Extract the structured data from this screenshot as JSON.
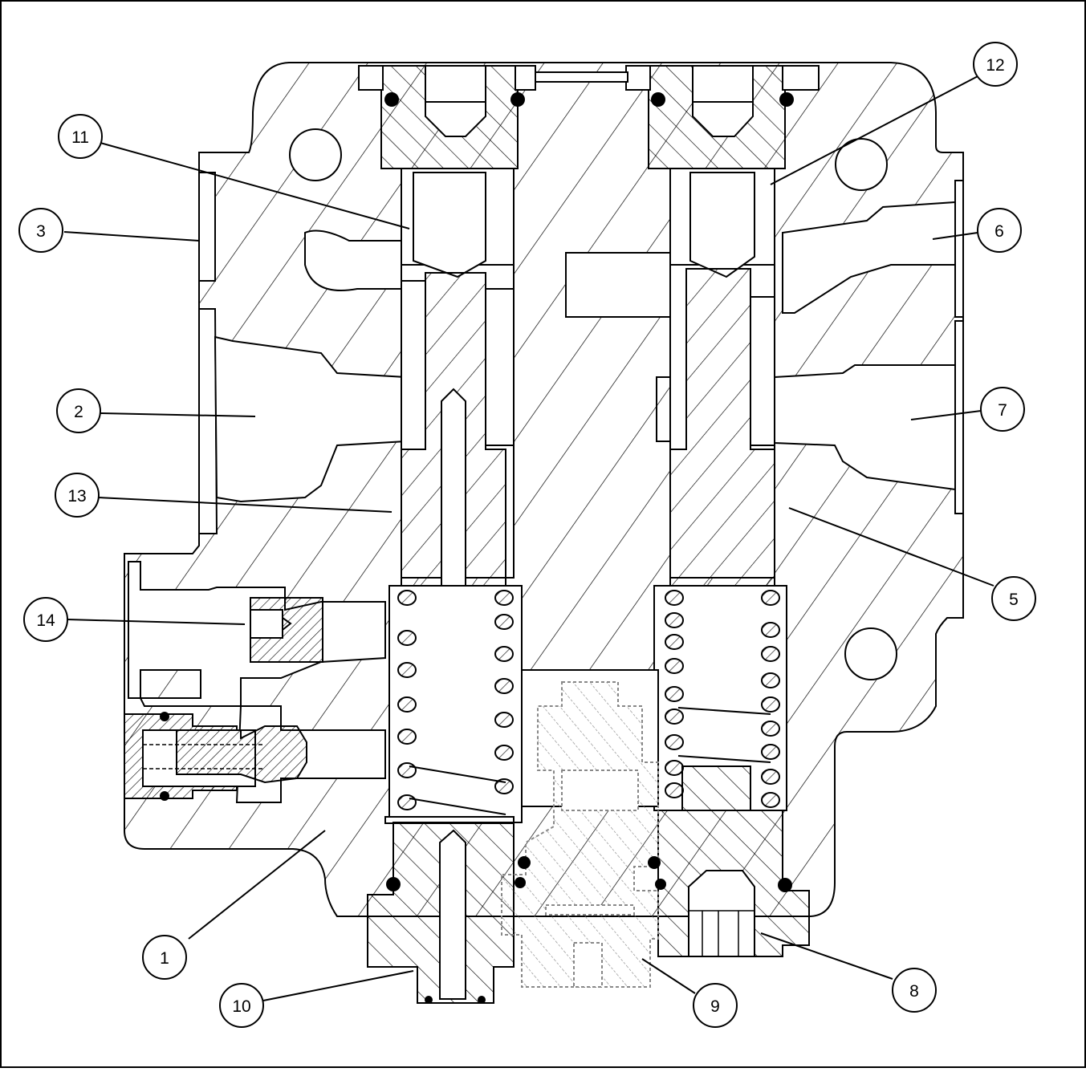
{
  "diagram": {
    "callouts": [
      {
        "id": "c1",
        "label": "1"
      },
      {
        "id": "c2",
        "label": "2"
      },
      {
        "id": "c3",
        "label": "3"
      },
      {
        "id": "c5",
        "label": "5"
      },
      {
        "id": "c6",
        "label": "6"
      },
      {
        "id": "c7",
        "label": "7"
      },
      {
        "id": "c8",
        "label": "8"
      },
      {
        "id": "c9",
        "label": "9"
      },
      {
        "id": "c10",
        "label": "10"
      },
      {
        "id": "c11",
        "label": "11"
      },
      {
        "id": "c12",
        "label": "12"
      },
      {
        "id": "c13",
        "label": "13"
      },
      {
        "id": "c14",
        "label": "14"
      }
    ],
    "colors": {
      "line": "#000000",
      "background": "#ffffff",
      "phantom": "#888888"
    }
  }
}
